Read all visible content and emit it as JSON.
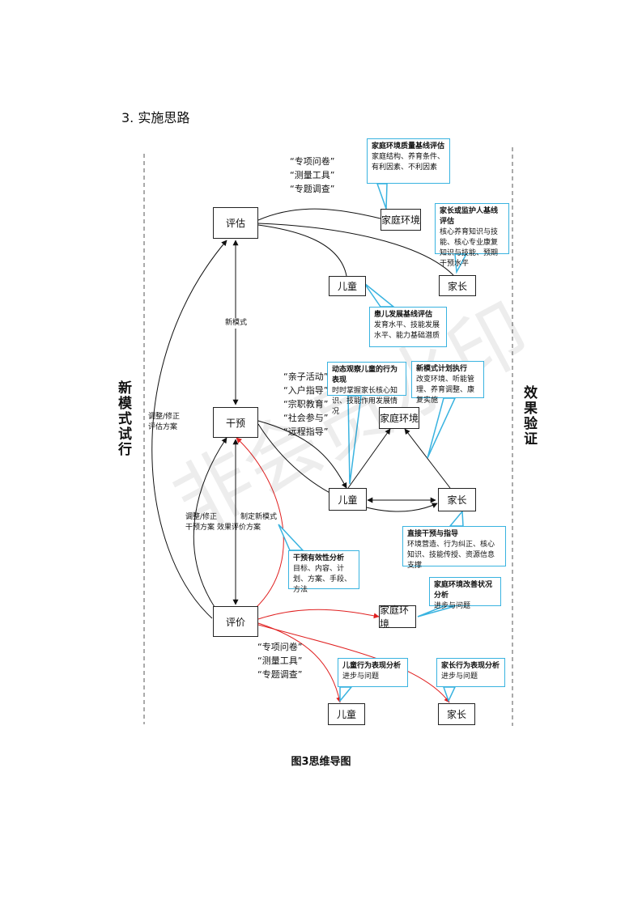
{
  "section_heading": "3.  实施思路",
  "left_label": "新模式试行",
  "right_label": "效果验证",
  "caption": "图3思维导图",
  "watermark": "非会员水印",
  "nodes": {
    "assess": "评估",
    "intervene": "干预",
    "evaluate": "评价",
    "family_env_top": "家庭环境",
    "child_top": "儿童",
    "parent_top": "家长",
    "family_env_mid": "家庭环境",
    "child_mid": "儿童",
    "parent_mid": "家长",
    "family_env_bottom": "家庭环境",
    "child_bottom": "儿童",
    "parent_bottom": "家长"
  },
  "quotes_top": [
    "“专项问卷”",
    "“测量工具”",
    "“专题调查”"
  ],
  "quotes_mid": [
    "“亲子活动”",
    "“入户指导”",
    "“宗职教育”",
    "“社会参与”",
    "“远程指导”"
  ],
  "quotes_bottom": [
    "“专项问卷”",
    "“测量工具”",
    "“专题调查”"
  ],
  "labels": {
    "new_mode": "新模式",
    "adjust_eval_1": "调整/修正",
    "adjust_eval_2": "评估方案",
    "adjust_int_1": "调整/修正",
    "adjust_int_2": "干预方案",
    "make_new_1": "制定新模式",
    "make_new_2": "效果评价方案"
  },
  "callouts": {
    "family_assess": {
      "title": "家庭环境质量基线评估",
      "body": "家庭结构、养育条件、有利因素、不利因素"
    },
    "guardian_assess": {
      "title": "家长或监护人基线评估",
      "body": "核心养育知识与技能、核心专业康复知识与技能、预期干预水平"
    },
    "child_assess": {
      "title": "患儿发展基线评估",
      "body": "发育水平、技能发展水平、能力基础潜质"
    },
    "dynamic_obs": {
      "title": "动态观察儿童的行为表现",
      "body": "时时掌握家长核心知识、技能作用发展情况"
    },
    "new_mode_exec": {
      "title": "新模式计划执行",
      "body": "改变环境、听能管理、养育调整、康复实施"
    },
    "direct_guide": {
      "title": "直接干预与指导",
      "body": "环境营造、行为纠正、核心知识、技能传授、资源信息支撑"
    },
    "intervention_analysis": {
      "title": "干预有效性分析",
      "body": "目标、内容、计划、方案、手段、方法"
    },
    "family_change": {
      "title": "家庭环境改善状况分析",
      "body": "进步与问题"
    },
    "child_behavior": {
      "title": "儿童行为表现分析",
      "body": "进步与问题"
    },
    "parent_behavior": {
      "title": "家长行为表现分析",
      "body": "进步与问题"
    }
  },
  "colors": {
    "red_flow": "#e02020",
    "callout_border": "#39b3e0",
    "line": "#111111"
  }
}
